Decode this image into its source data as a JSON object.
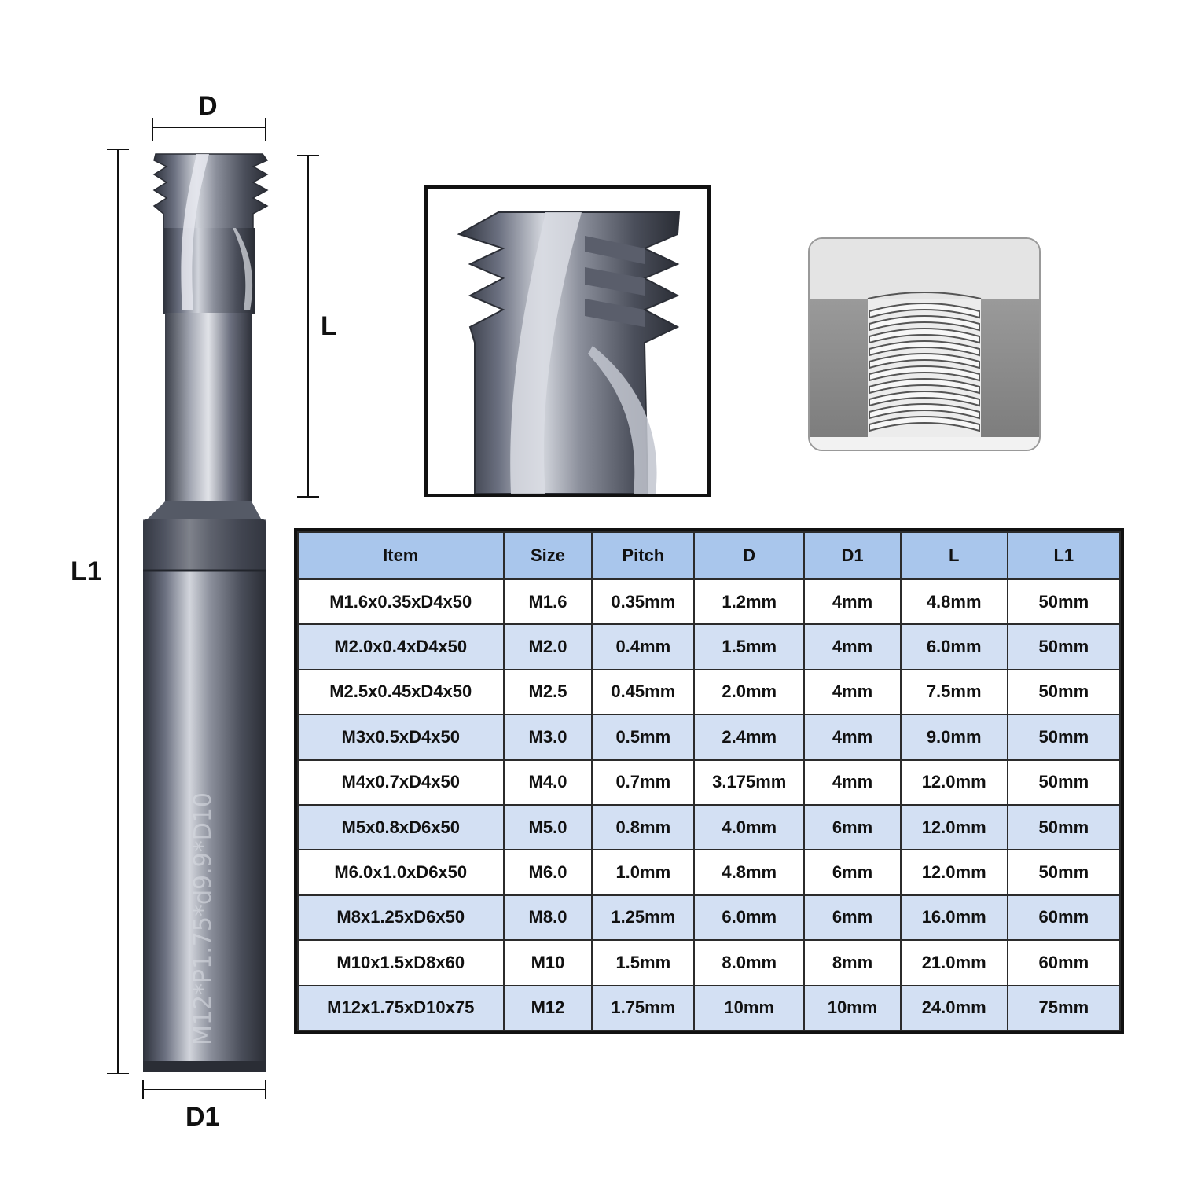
{
  "labels": {
    "d": "D",
    "l": "L",
    "l1": "L1",
    "d1": "D1",
    "shank_marking": "M12*P1.75*d9.9*D10"
  },
  "table": {
    "headers": [
      "Item",
      "Size",
      "Pitch",
      "D",
      "D1",
      "L",
      "L1"
    ],
    "rows": [
      [
        "M1.6x0.35xD4x50",
        "M1.6",
        "0.35mm",
        "1.2mm",
        "4mm",
        "4.8mm",
        "50mm"
      ],
      [
        "M2.0x0.4xD4x50",
        "M2.0",
        "0.4mm",
        "1.5mm",
        "4mm",
        "6.0mm",
        "50mm"
      ],
      [
        "M2.5x0.45xD4x50",
        "M2.5",
        "0.45mm",
        "2.0mm",
        "4mm",
        "7.5mm",
        "50mm"
      ],
      [
        "M3x0.5xD4x50",
        "M3.0",
        "0.5mm",
        "2.4mm",
        "4mm",
        "9.0mm",
        "50mm"
      ],
      [
        "M4x0.7xD4x50",
        "M4.0",
        "0.7mm",
        "3.175mm",
        "4mm",
        "12.0mm",
        "50mm"
      ],
      [
        "M5x0.8xD6x50",
        "M5.0",
        "0.8mm",
        "4.0mm",
        "6mm",
        "12.0mm",
        "50mm"
      ],
      [
        "M6.0x1.0xD6x50",
        "M6.0",
        "1.0mm",
        "4.8mm",
        "6mm",
        "12.0mm",
        "50mm"
      ],
      [
        "M8x1.25xD6x50",
        "M8.0",
        "1.25mm",
        "6.0mm",
        "6mm",
        "16.0mm",
        "60mm"
      ],
      [
        "M10x1.5xD8x60",
        "M10",
        "1.5mm",
        "8.0mm",
        "8mm",
        "21.0mm",
        "60mm"
      ],
      [
        "M12x1.75xD10x75",
        "M12",
        "1.75mm",
        "10mm",
        "10mm",
        "24.0mm",
        "75mm"
      ]
    ]
  },
  "colors": {
    "header_bg": "#a9c6ec",
    "row_alt_bg": "#d3e0f3",
    "steel_dark": "#3b3f4a",
    "steel_light": "#c9ccd4"
  },
  "icons": [
    "thread-mill-icon",
    "thread-mill-closeup-icon",
    "threaded-hole-icon"
  ]
}
